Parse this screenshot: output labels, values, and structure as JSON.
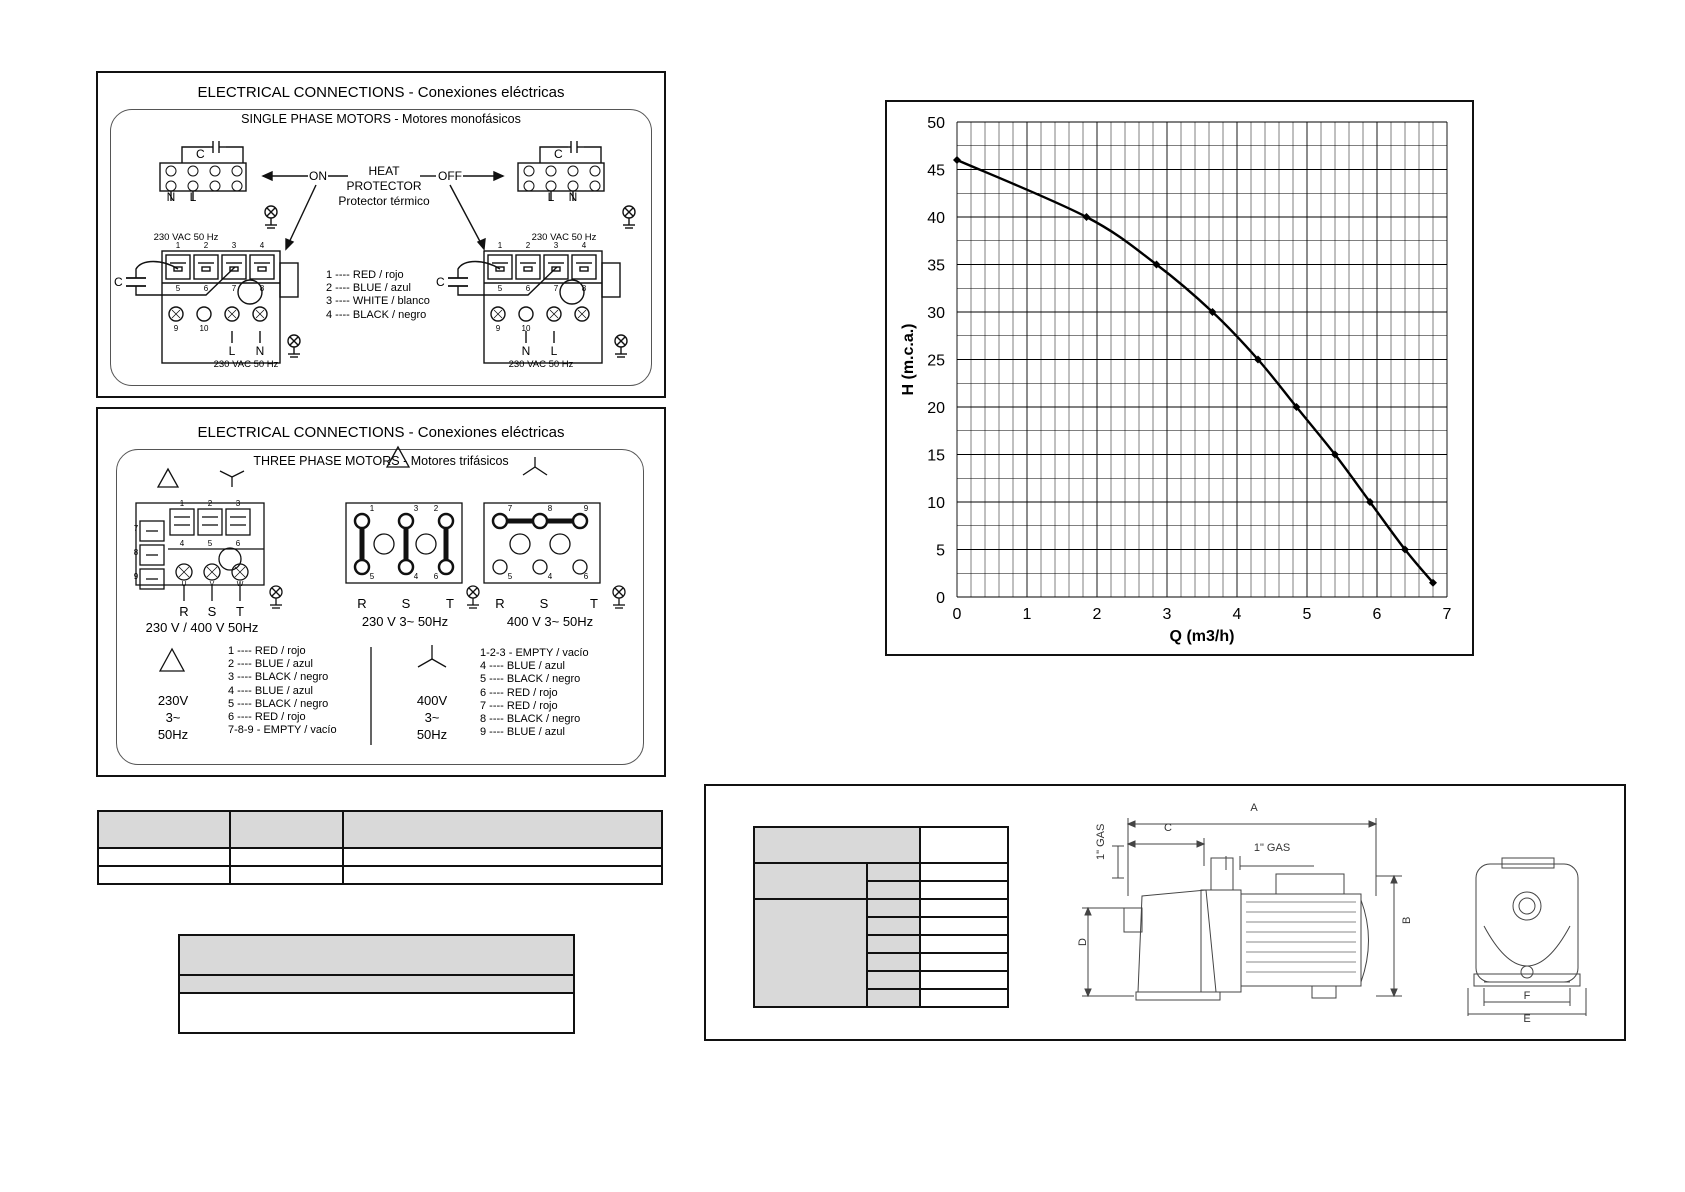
{
  "single_phase": {
    "title": "ELECTRICAL CONNECTIONS - Conexiones eléctricas",
    "subtitle": "SINGLE PHASE MOTORS - Motores monofásicos",
    "capacitor": "C",
    "on": "ON",
    "off": "OFF",
    "heat": "HEAT",
    "protector": "PROTECTOR",
    "protector_es": "Protector térmico",
    "left_top_n": "N",
    "left_top_l": "L",
    "right_top_l": "L",
    "right_top_n": "N",
    "voltage": "230 VAC 50 Hz",
    "left_bottom_l": "L",
    "left_bottom_n": "N",
    "right_bottom_n": "N",
    "right_bottom_l": "L",
    "terminals_top": [
      "1",
      "2",
      "3",
      "4"
    ],
    "terminals_mid": [
      "5",
      "6",
      "7",
      "8"
    ],
    "terminals_bottom": [
      "9",
      "10"
    ],
    "legend": [
      "1 ---- RED / rojo",
      "2 ---- BLUE / azul",
      "3 ---- WHITE / blanco",
      "4 ---- BLACK / negro"
    ]
  },
  "three_phase": {
    "title": "ELECTRICAL CONNECTIONS - Conexiones eléctricas",
    "subtitle": "THREE PHASE MOTORS - Motores trifásicos",
    "term_top": [
      "1",
      "2",
      "3"
    ],
    "term_side": [
      "7",
      "8",
      "9"
    ],
    "term_mid": [
      "4",
      "5",
      "6"
    ],
    "term_uvw": [
      "U",
      "V",
      "W"
    ],
    "rst": [
      "R",
      "S",
      "T"
    ],
    "voltage_1": "230 V / 400 V  50Hz",
    "delta_top": [
      "1",
      "3",
      "2"
    ],
    "delta_bottom": [
      "5",
      "4",
      "6"
    ],
    "voltage_2": "230 V  3~  50Hz",
    "star_top": [
      "7",
      "8",
      "9"
    ],
    "star_bottom": [
      "5",
      "4",
      "6"
    ],
    "voltage_3": "400 V  3~  50Hz",
    "delta_block": [
      "230V",
      "3~",
      "50Hz"
    ],
    "delta_legend": [
      "1 ---- RED / rojo",
      "2 ---- BLUE / azul",
      "3 ---- BLACK / negro",
      "4 ---- BLUE / azul",
      "5 ---- BLACK / negro",
      "6 ---- RED / rojo",
      "7-8-9 - EMPTY / vacío"
    ],
    "star_block": [
      "400V",
      "3~",
      "50Hz"
    ],
    "star_legend": [
      "1-2-3 - EMPTY / vacío",
      "4 ---- BLUE / azul",
      "5 ---- BLACK / negro",
      "6 ---- RED / rojo",
      "7 ---- RED / rojo",
      "8 ---- BLACK / negro",
      "9 ---- BLUE / azul"
    ]
  },
  "chart_data": {
    "type": "line",
    "xlabel": "Q (m3/h)",
    "ylabel": "H (m.c.a.)",
    "xlim": [
      0,
      7
    ],
    "ylim": [
      0,
      50
    ],
    "xticks": [
      "0",
      "1",
      "2",
      "3",
      "4",
      "5",
      "6",
      "7"
    ],
    "yticks": [
      "0",
      "5",
      "10",
      "15",
      "20",
      "25",
      "30",
      "35",
      "40",
      "45",
      "50"
    ],
    "grid": true,
    "series": [
      {
        "color": "#000000",
        "x": [
          0,
          1.85,
          2.85,
          3.65,
          4.3,
          4.85,
          5.4,
          5.9,
          6.4,
          6.8
        ],
        "y": [
          46,
          40,
          35,
          30,
          25,
          20,
          15,
          10,
          5,
          1.5
        ]
      }
    ]
  },
  "dimensions": {
    "a": "A",
    "b": "B",
    "c": "C",
    "d": "D",
    "e": "E",
    "f": "F",
    "gas_vertical": "1\" GAS",
    "gas_horizontal": "1\" GAS"
  }
}
